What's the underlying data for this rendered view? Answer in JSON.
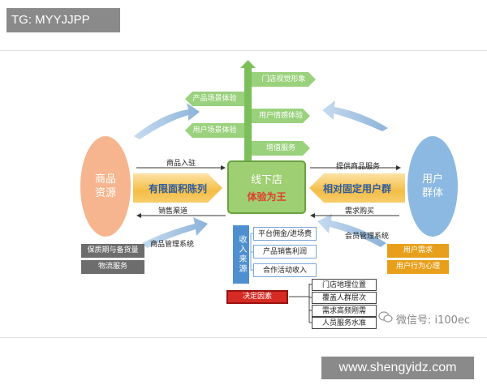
{
  "watermark_tag": "TG: MYYJJPP",
  "site_watermark": "www.shengyidz.com",
  "wechat_watermark": "微信号: i100ec",
  "left_entity": "商品\n资源",
  "right_entity": "用户\n群体",
  "center": {
    "title": "线下店",
    "subtitle": "体验为王"
  },
  "pillar_labels": [
    "门店视觉形象",
    "产品场景体验",
    "用户情感体验",
    "用户场景体验",
    "增值服务"
  ],
  "left_banner": "有限面积陈列",
  "right_banner": "相对固定用户群",
  "left_flows": [
    "商品入驻",
    "销售渠道",
    "商品管理系统"
  ],
  "right_flows": [
    "提供商品服务",
    "需求购买",
    "会员管理系统"
  ],
  "left_tags": [
    "保质期与备货量",
    "物流服务"
  ],
  "right_tags": [
    "用户需求",
    "用户行为心理"
  ],
  "income": {
    "label": "收入来源",
    "items": [
      "平台佣金/进场费",
      "产品销售利润",
      "合作活动收入"
    ]
  },
  "factors": {
    "label": "决定因素",
    "items": [
      "门店地理位置",
      "覆盖人群层次",
      "需求高频刚需",
      "人员服务水准"
    ]
  },
  "colors": {
    "green": "#9ad17c",
    "blue": "#4f8fd0",
    "orange": "#e8a01c",
    "red": "#d62b24",
    "peach": "#f6b58e",
    "sky": "#8cb9e2"
  }
}
